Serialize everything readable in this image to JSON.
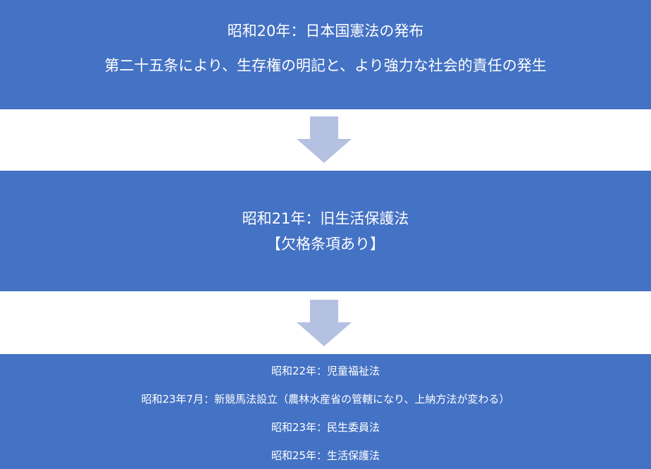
{
  "colors": {
    "box": "#4472C4",
    "arrow": "#B4C1E1"
  },
  "box1": {
    "lines": [
      "昭和20年：日本国憲法の発布",
      "第二十五条により、生存権の明記と、より強力な社会的責任の発生"
    ]
  },
  "box2": {
    "lines": [
      "昭和21年：旧生活保護法",
      "【欠格条項あり】"
    ]
  },
  "box3": {
    "lines": [
      "昭和22年：児童福祉法",
      "昭和23年7月：新競馬法設立（農林水産省の管轄になり、上納方法が変わる）",
      "昭和23年：民生委員法",
      "昭和25年：生活保護法"
    ]
  }
}
